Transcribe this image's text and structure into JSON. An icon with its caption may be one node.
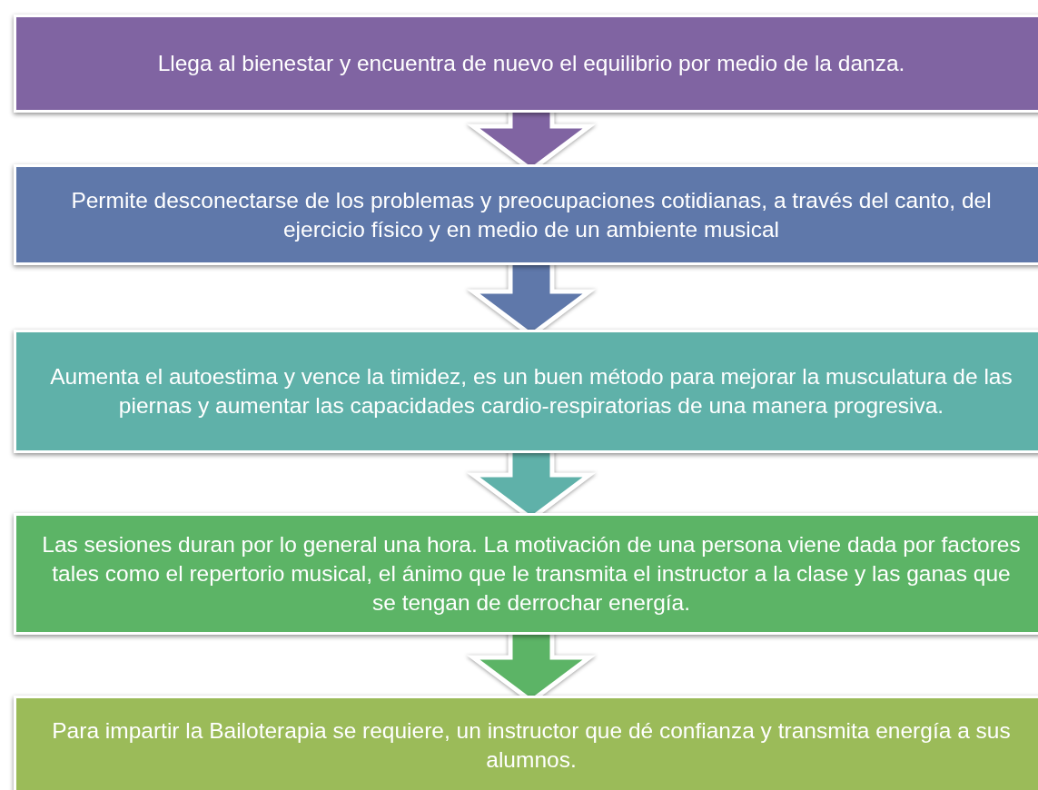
{
  "diagram": {
    "nodes": [
      {
        "text": [
          "Llega al bienestar y encuentra de nuevo el equilibrio por medio de la danza."
        ]
      },
      {
        "text": [
          "Permite desconectarse de los problemas y preocupaciones cotidianas, a través del canto, del ejercicio físico y en medio de un ambiente musical"
        ]
      },
      {
        "text": [
          "Aumenta el autoestima y vence la timidez, es un buen método para mejorar la musculatura de las piernas y aumentar las capacidades cardio-respiratorias de una manera progresiva."
        ]
      },
      {
        "text": [
          "Las sesiones duran por lo general una hora. La motivación de una persona viene dada por factores tales como el repertorio musical, el ánimo que le transmita el instructor a la clase y las ganas que se tengan de derrochar energía."
        ]
      },
      {
        "text": [
          "Para impartir la Bailoterapia se requiere, un instructor que dé confianza y transmita energía a sus alumnos."
        ]
      }
    ],
    "edges": [
      {
        "from": 0,
        "to": 1,
        "arrow": "to"
      },
      {
        "from": 1,
        "to": 2,
        "arrow": "to"
      },
      {
        "from": 2,
        "to": 3,
        "arrow": "to"
      },
      {
        "from": 3,
        "to": 4,
        "arrow": "to"
      }
    ]
  }
}
